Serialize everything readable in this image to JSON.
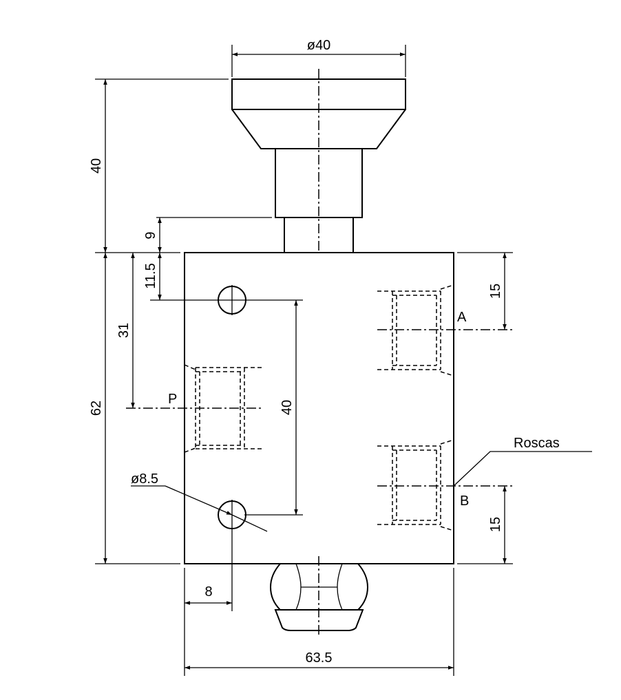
{
  "dimensions": {
    "knob_diameter": "ø40",
    "knob_height": "40",
    "stem_height": "9",
    "hole_offset_top": "11.5",
    "p_port_offset": "31",
    "body_height": "62",
    "hole_spacing": "40",
    "port_a_offset": "15",
    "port_b_offset": "15",
    "hole_diameter": "ø8.5",
    "hole_offset_left": "8",
    "body_width": "63.5"
  },
  "labels": {
    "port_a": "A",
    "port_b": "B",
    "port_p": "P",
    "threads": "Roscas"
  }
}
